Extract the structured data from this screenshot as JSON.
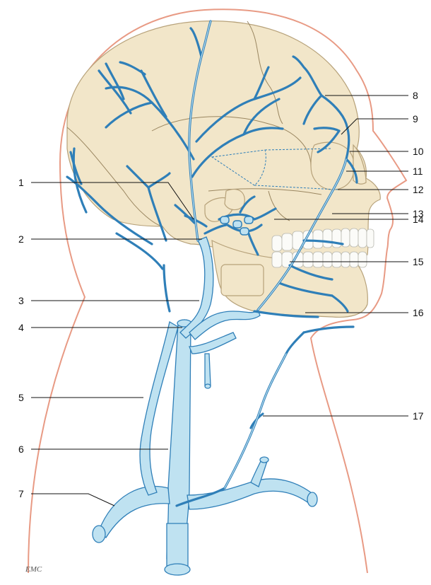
{
  "figure": {
    "labels": [
      "1",
      "2",
      "3",
      "4",
      "5",
      "6",
      "7",
      "8",
      "9",
      "10",
      "11",
      "12",
      "13",
      "14",
      "15",
      "16",
      "17"
    ],
    "signature": "EMC",
    "colors": {
      "vein_fill": "#bfe2f1",
      "vein_stroke": "#2f7fb8",
      "skull": "#f2e6c9",
      "skin_outline": "#e89a84",
      "leader": "#111111"
    }
  }
}
